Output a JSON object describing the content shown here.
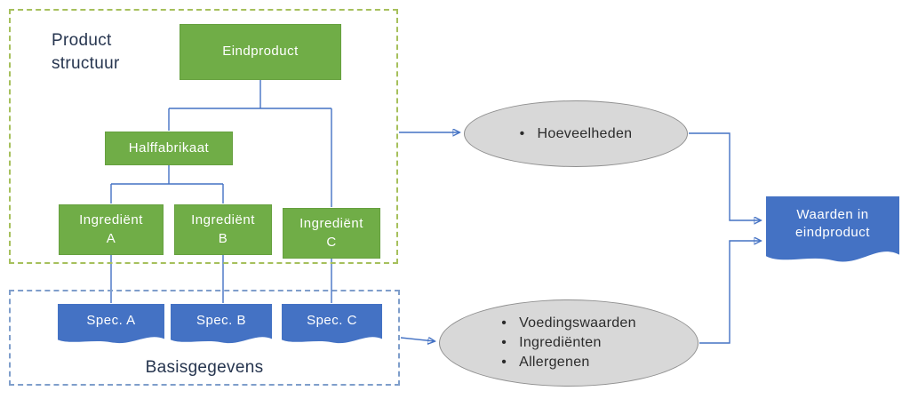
{
  "colors": {
    "node_green": "#70ad47",
    "doc_blue": "#4472c4",
    "ellipse_fill": "#d8d8d8",
    "ellipse_border": "#8f8f8f",
    "connector_blue": "#4472c4",
    "dashed_green": "#a6c05c",
    "dashed_blue": "#7f9ecb",
    "group_label_text": "#26354f"
  },
  "product_structure": {
    "group_label": "Product\nstructuur",
    "eindproduct": "Eindproduct",
    "halffabrikaat": "Halffabrikaat",
    "ingredient_a": "Ingrediënt\nA",
    "ingredient_b": "Ingrediënt\nB",
    "ingredient_c": "Ingrediënt\nC"
  },
  "basisgegevens": {
    "group_label": "Basisgegevens",
    "spec_a": "Spec. A",
    "spec_b": "Spec. B",
    "spec_c": "Spec. C"
  },
  "ellipses": {
    "hoeveelheden": {
      "items": [
        "Hoeveelheden"
      ]
    },
    "basis": {
      "items": [
        "Voedingswaarden",
        "Ingrediënten",
        "Allergenen"
      ]
    }
  },
  "output": {
    "label": "Waarden in\neindproduct"
  }
}
